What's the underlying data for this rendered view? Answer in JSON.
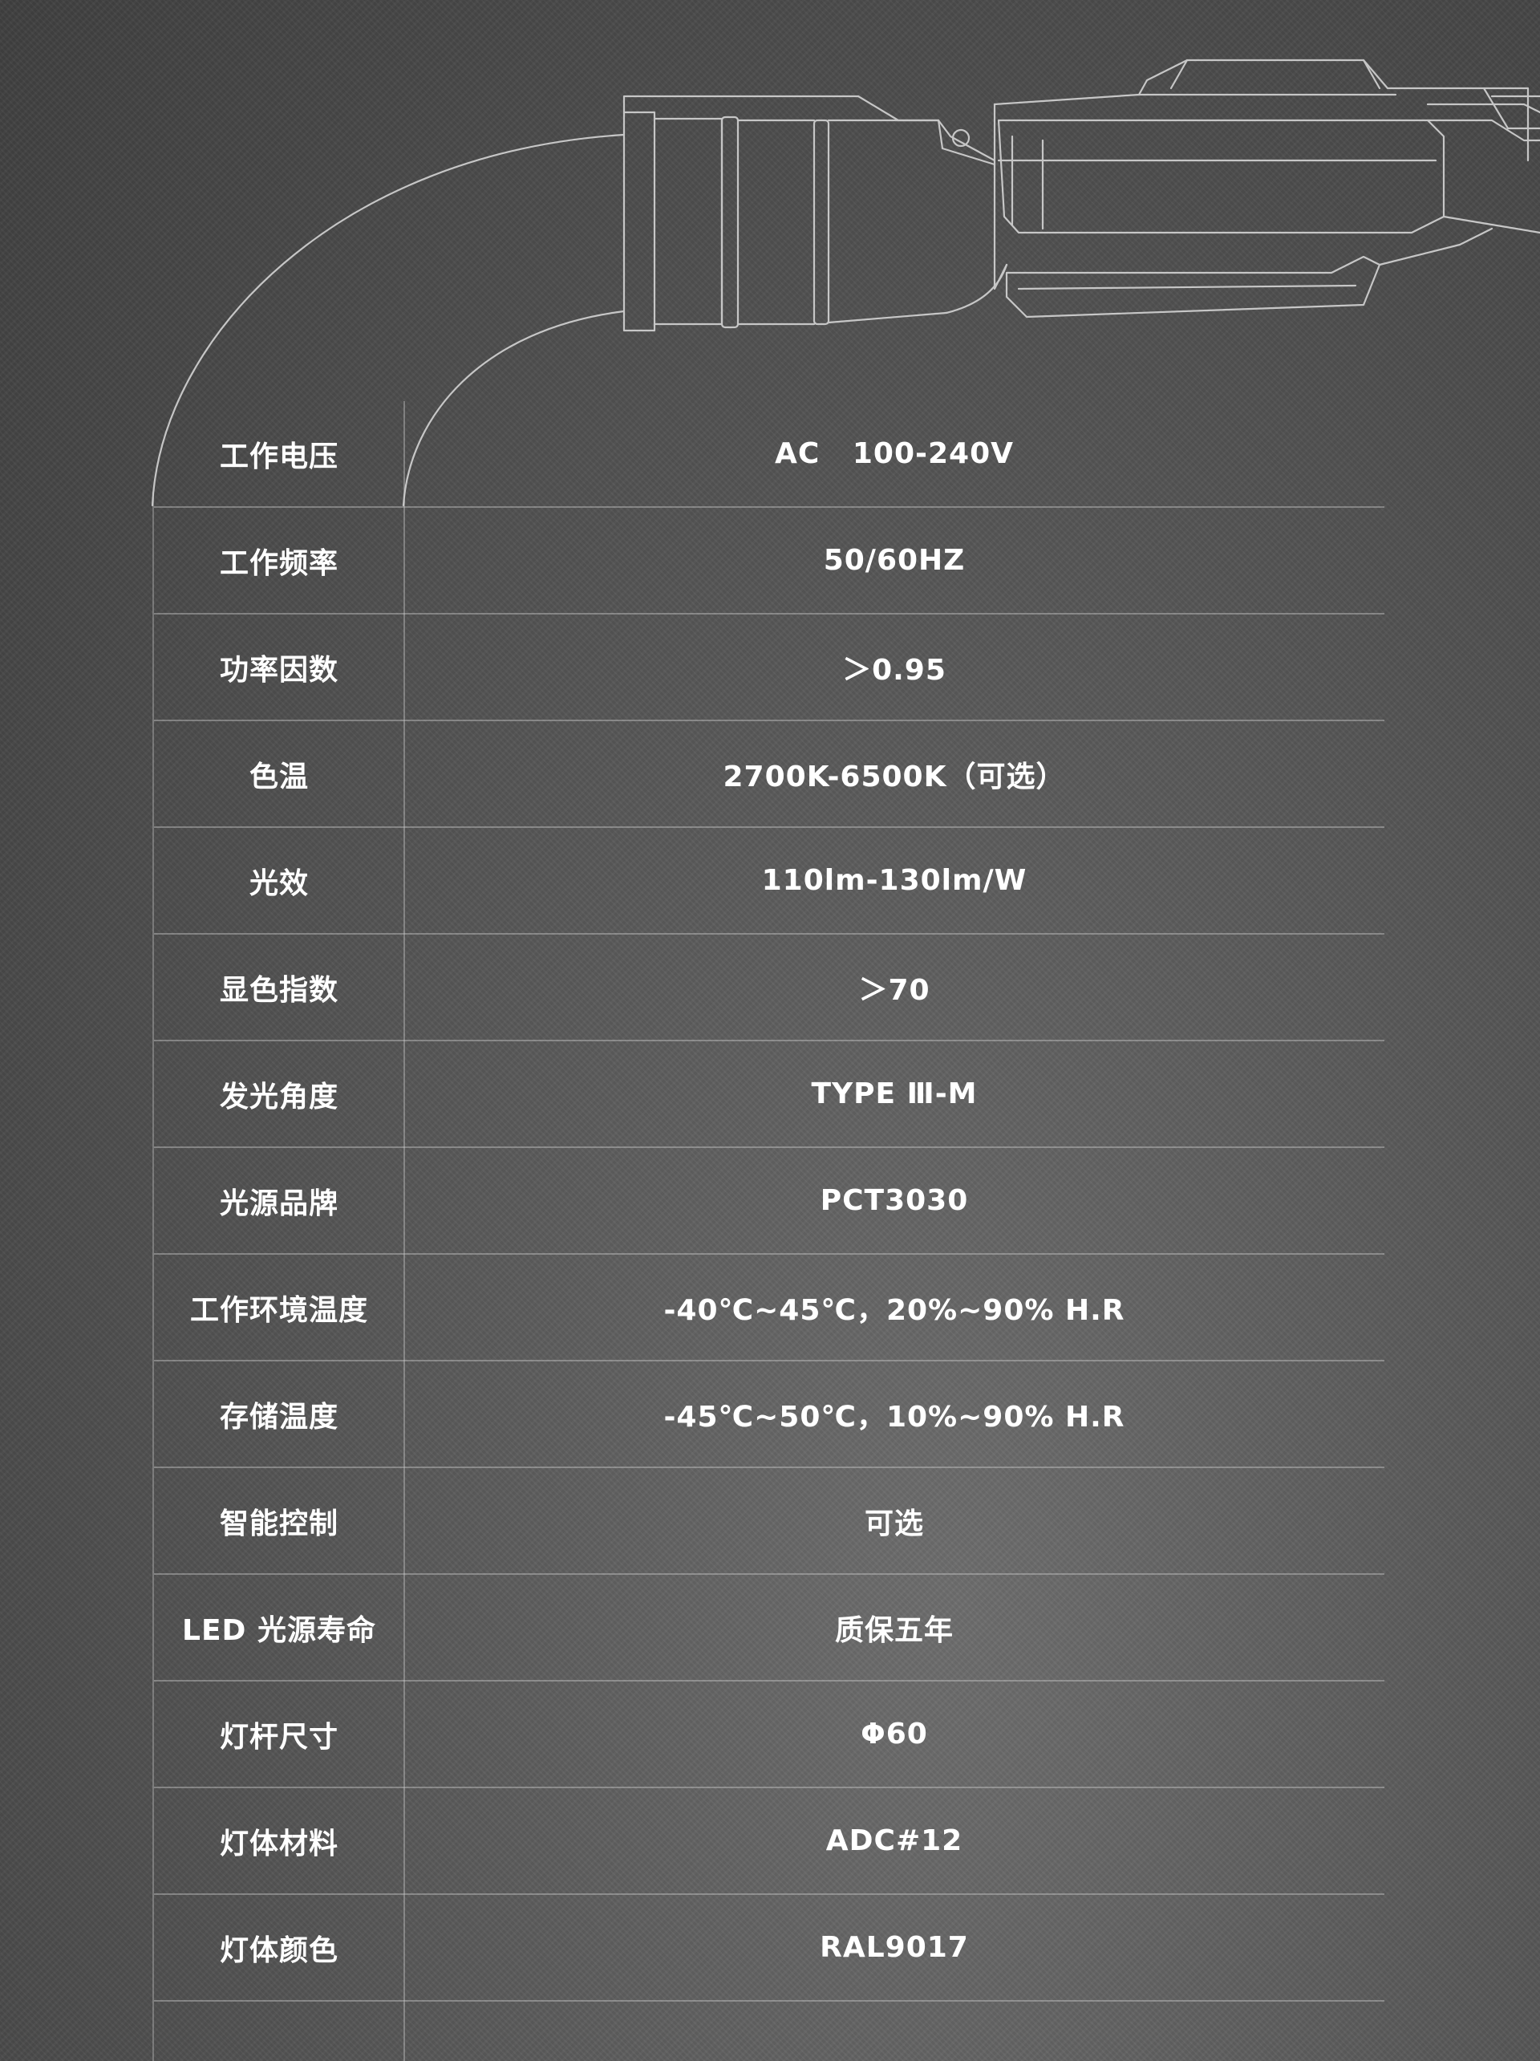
{
  "colors": {
    "background_dark": "#404040",
    "background_light": "#6e6e6e",
    "line": "#cdcdcd",
    "text": "#ffffff"
  },
  "illustration": {
    "subject": "street-light-line-drawing"
  },
  "specs": [
    {
      "label": "工作电压",
      "value": "AC   100-240V"
    },
    {
      "label": "工作频率",
      "value": "50/60HZ"
    },
    {
      "label": "功率因数",
      "value": "＞0.95"
    },
    {
      "label": "色温",
      "value": "2700K-6500K（可选）"
    },
    {
      "label": "光效",
      "value": "110lm-130lm/W"
    },
    {
      "label": "显色指数",
      "value": "＞70"
    },
    {
      "label": "发光角度",
      "value": "TYPE Ⅲ-M"
    },
    {
      "label": "光源品牌",
      "value": "PCT3030"
    },
    {
      "label": "工作环境温度",
      "value": "-40℃~45℃，20%~90% H.R"
    },
    {
      "label": "存储温度",
      "value": "-45℃~50℃，10%~90% H.R"
    },
    {
      "label": "智能控制",
      "value": "可选"
    },
    {
      "label": "LED 光源寿命",
      "value": "质保五年"
    },
    {
      "label": "灯杆尺寸",
      "value": "Φ60"
    },
    {
      "label": "灯体材料",
      "value": "ADC#12"
    },
    {
      "label": "灯体颜色",
      "value": "RAL9017"
    }
  ]
}
